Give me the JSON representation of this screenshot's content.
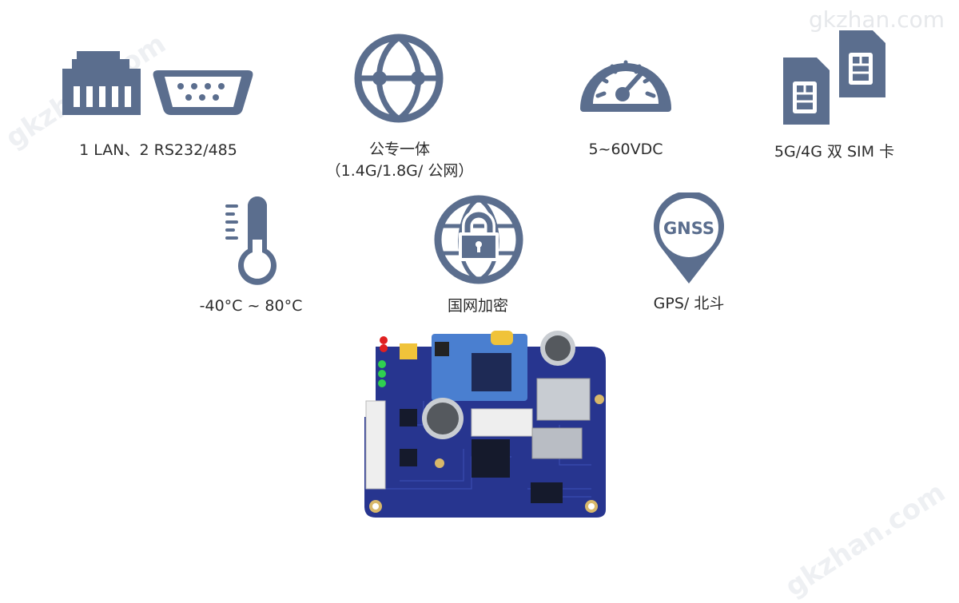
{
  "watermark": "gkzhan.com",
  "colors": {
    "icon": "#5b6e8e",
    "board": "#27358f",
    "text": "#2c2c2c"
  },
  "features": [
    {
      "icon": "ethernet-serial-icon",
      "lines": [
        "1 LAN、2 RS232/485"
      ]
    },
    {
      "icon": "globe-network-icon",
      "lines": [
        "公专一体",
        "（1.4G/1.8G/ 公网）"
      ]
    },
    {
      "icon": "speedometer-icon",
      "lines": [
        "5~60VDC"
      ]
    },
    {
      "icon": "sim-cards-icon",
      "lines": [
        "5G/4G 双 SIM 卡"
      ]
    },
    {
      "icon": "thermometer-icon",
      "lines": [
        "-40°C ~ 80°C"
      ]
    },
    {
      "icon": "globe-lock-icon",
      "lines": [
        "国网加密"
      ]
    },
    {
      "icon": "gnss-pin-icon",
      "badge": "GNSS",
      "lines": [
        "GPS/ 北斗"
      ]
    }
  ]
}
